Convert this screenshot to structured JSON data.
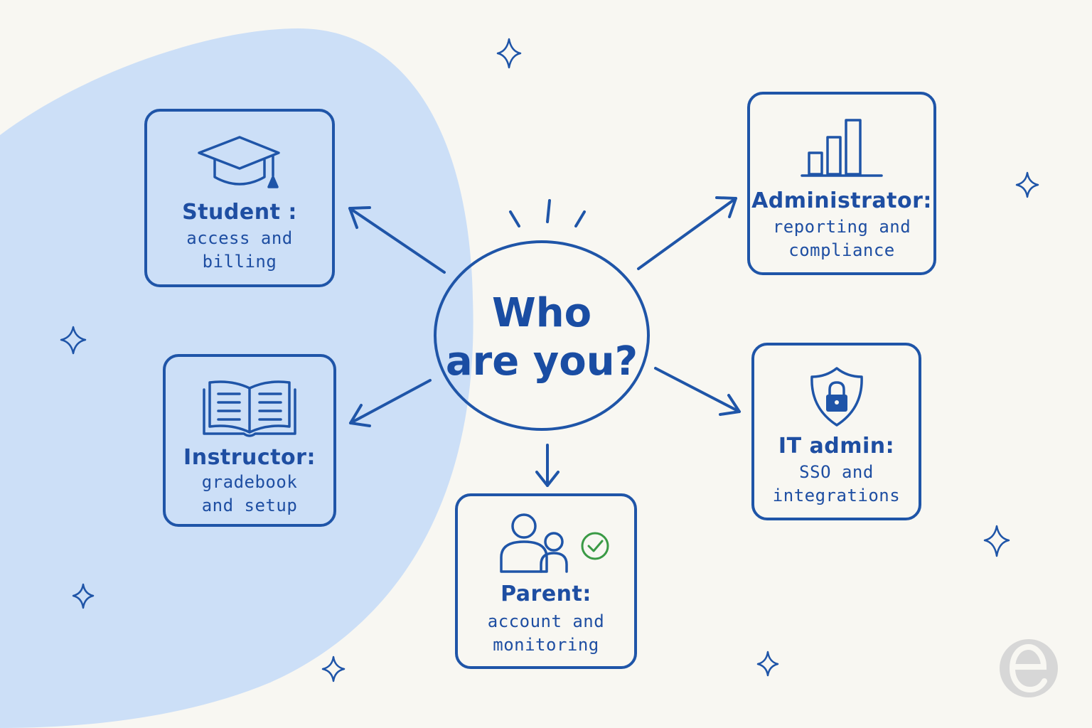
{
  "center": {
    "line1": "Who",
    "line2": "are you?"
  },
  "roles": [
    {
      "id": "student",
      "title": "Student :",
      "subtitle": "access and\nbilling",
      "icon": "graduation-cap-icon"
    },
    {
      "id": "instructor",
      "title": "Instructor:",
      "subtitle": "gradebook\nand setup",
      "icon": "open-book-icon"
    },
    {
      "id": "parent",
      "title": "Parent:",
      "subtitle": "account and\nmonitoring",
      "icon": "parent-child-icon"
    },
    {
      "id": "administrator",
      "title": "Administrator:",
      "subtitle": "reporting and\ncompliance",
      "icon": "bar-chart-icon"
    },
    {
      "id": "it-admin",
      "title": "IT admin:",
      "subtitle": "SSO and\nintegrations",
      "icon": "shield-lock-icon"
    }
  ],
  "colors": {
    "ink": "#1f55a8",
    "blob": "#ccdff7",
    "background": "#f8f7f2",
    "check": "#3a9a45",
    "logo": "#d7d7d7"
  },
  "logo": {
    "letter": "e"
  }
}
